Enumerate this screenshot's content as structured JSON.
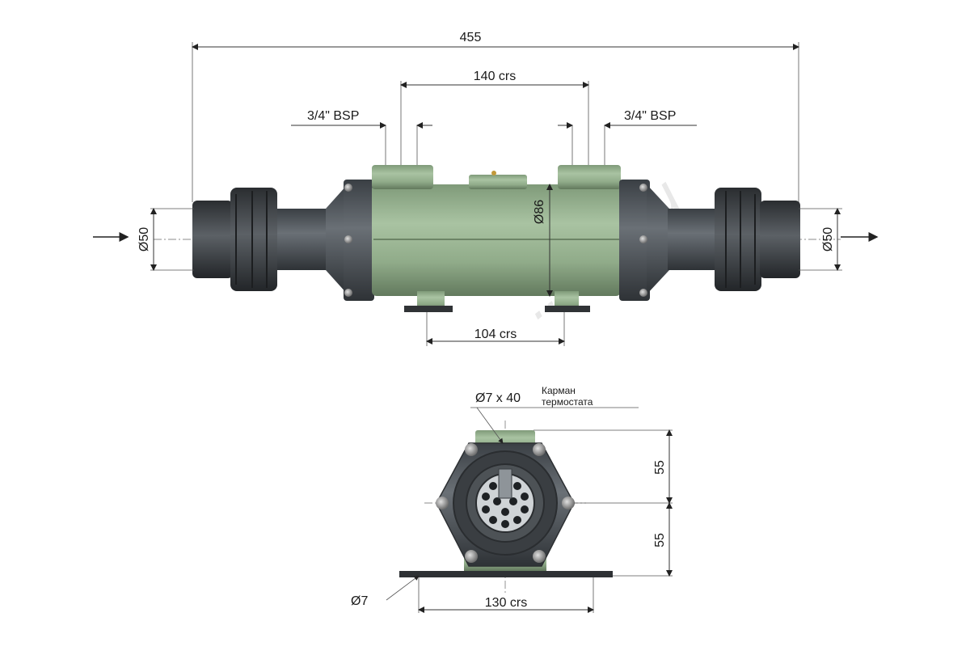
{
  "colors": {
    "body_green": "#95b08f",
    "body_green_dark": "#6f8a69",
    "pvc_grey": "#54595e",
    "pvc_dark": "#2f3337",
    "bolt": "#9a9a9a"
  },
  "side_view": {
    "overall_length": "455",
    "port_centers_top": "140 crs",
    "port_centers_bottom": "104 crs",
    "left_port_thread": "3/4\" BSP",
    "right_port_thread": "3/4\" BSP",
    "shell_diameter": "Ø86",
    "inlet_diameter": "Ø50",
    "outlet_diameter": "Ø50"
  },
  "end_view": {
    "pocket_size": "Ø7 x 40",
    "pocket_label_line1": "Карман",
    "pocket_label_line2": "термостата",
    "height_upper": "55",
    "height_lower": "55",
    "mount_hole": "Ø7",
    "mount_centers": "130 crs"
  },
  "watermark": "...ein.ru"
}
